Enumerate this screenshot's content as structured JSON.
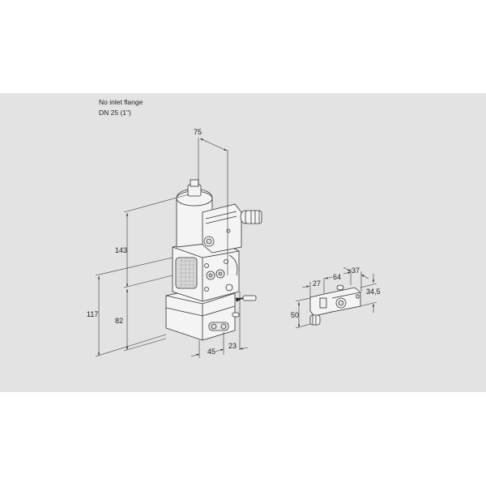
{
  "caption": {
    "line1": "No inlet flange",
    "line2": "DN 25 (1\")"
  },
  "dimensions": {
    "main": {
      "top_width": "75",
      "height_upper": "143",
      "height_total": "117",
      "height_lower": "82",
      "bottom_depth": "45",
      "bottom_offset": "23"
    },
    "accessory": {
      "width_a": "27",
      "width_b": "64",
      "width_c": "37",
      "height_a": "50",
      "height_b": "34,5"
    }
  },
  "colors": {
    "background": "#ffffff",
    "band": "#e3e3e3",
    "line": "#333333",
    "part_fill": "#f4f4f4"
  }
}
